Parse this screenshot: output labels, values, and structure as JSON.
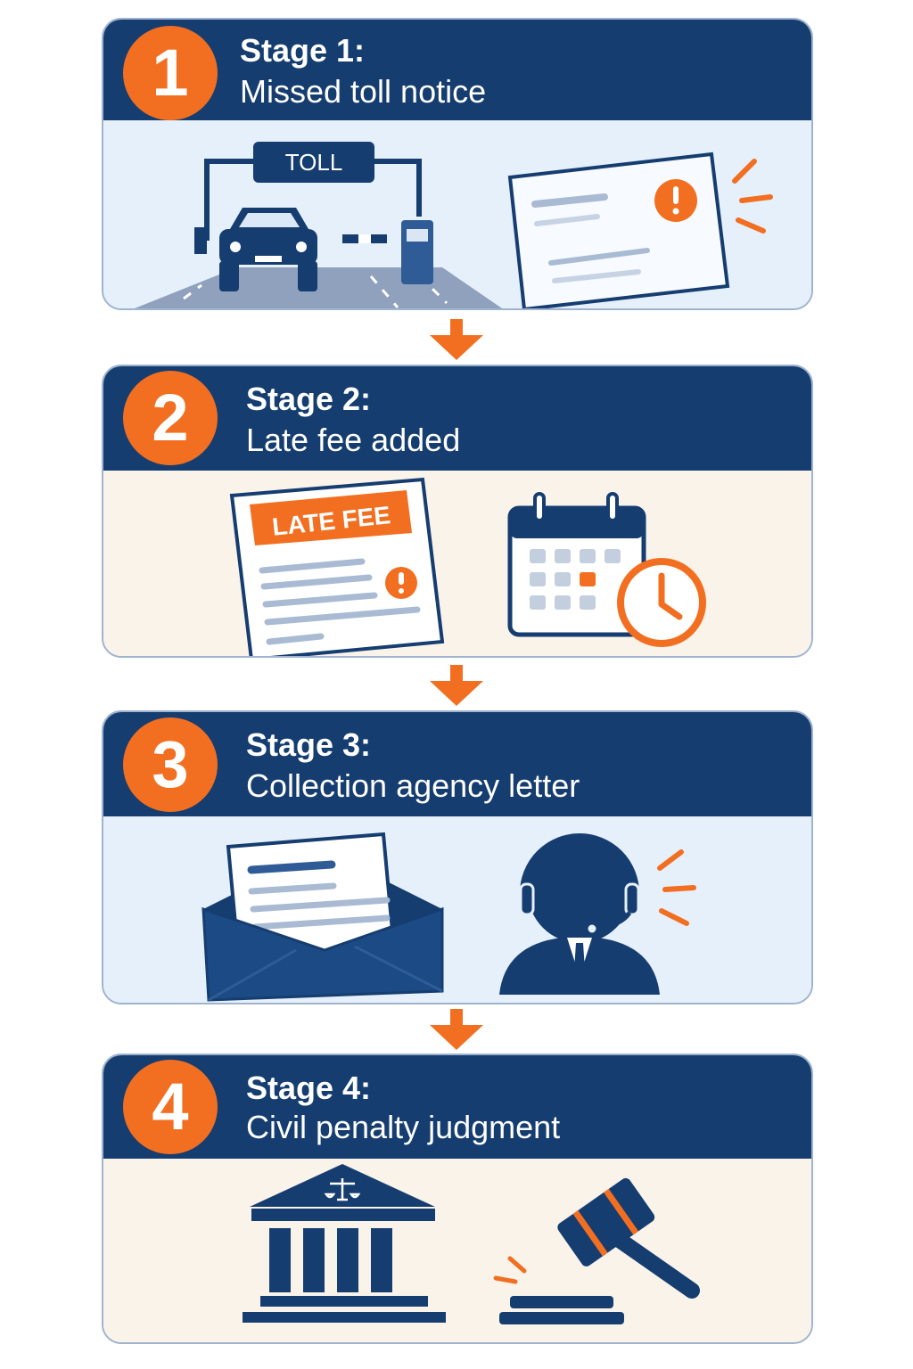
{
  "colors": {
    "navy": "#153d70",
    "orange": "#f26f21",
    "light_blue": "#e6f0fb",
    "cream": "#faf3ea",
    "border": "#9fb3cf"
  },
  "stages": [
    {
      "number": "1",
      "label": "Stage 1:",
      "title": "Missed toll notice",
      "icons": [
        "toll-booth-icon",
        "notice-card-icon"
      ],
      "toll_sign": "TOLL"
    },
    {
      "number": "2",
      "label": "Stage 2:",
      "title": "Late fee added",
      "icons": [
        "late-fee-document-icon",
        "calendar-clock-icon"
      ],
      "late_fee_stamp": "LATE FEE"
    },
    {
      "number": "3",
      "label": "Stage 3:",
      "title": "Collection agency letter",
      "icons": [
        "envelope-letter-icon",
        "call-agent-icon"
      ]
    },
    {
      "number": "4",
      "label": "Stage 4:",
      "title": "Civil penalty judgment",
      "icons": [
        "courthouse-icon",
        "gavel-icon"
      ]
    }
  ]
}
